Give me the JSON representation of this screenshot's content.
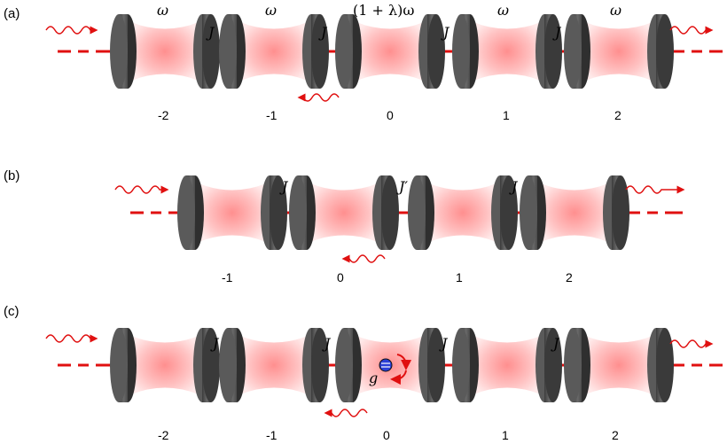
{
  "panels": [
    {
      "label": "(a)",
      "frequencies": [
        "ω",
        "ω",
        "(1 + λ)ω",
        "ω",
        "ω"
      ],
      "couplings": [
        "J",
        "J",
        "J",
        "J"
      ],
      "indices": [
        "-2",
        "-1",
        "0",
        "1",
        "2"
      ]
    },
    {
      "label": "(b)",
      "couplings": [
        "J",
        "J′",
        "J"
      ],
      "indices": [
        "-1",
        "0",
        "1",
        "2"
      ]
    },
    {
      "label": "(c)",
      "couplings": [
        "J",
        "J",
        "J",
        "J"
      ],
      "indices": [
        "-2",
        "-1",
        "0",
        "1",
        "2"
      ],
      "atom_coupling": "g"
    }
  ],
  "colors": {
    "line": "#e01010",
    "wave": "#e01010",
    "mirror": "#4a4a4a",
    "mirror_light": "#8a8a8a",
    "cavity_center": "#ff9a9a",
    "cavity_edge": "#ffe3e3",
    "atom": "#2a3fd6"
  }
}
